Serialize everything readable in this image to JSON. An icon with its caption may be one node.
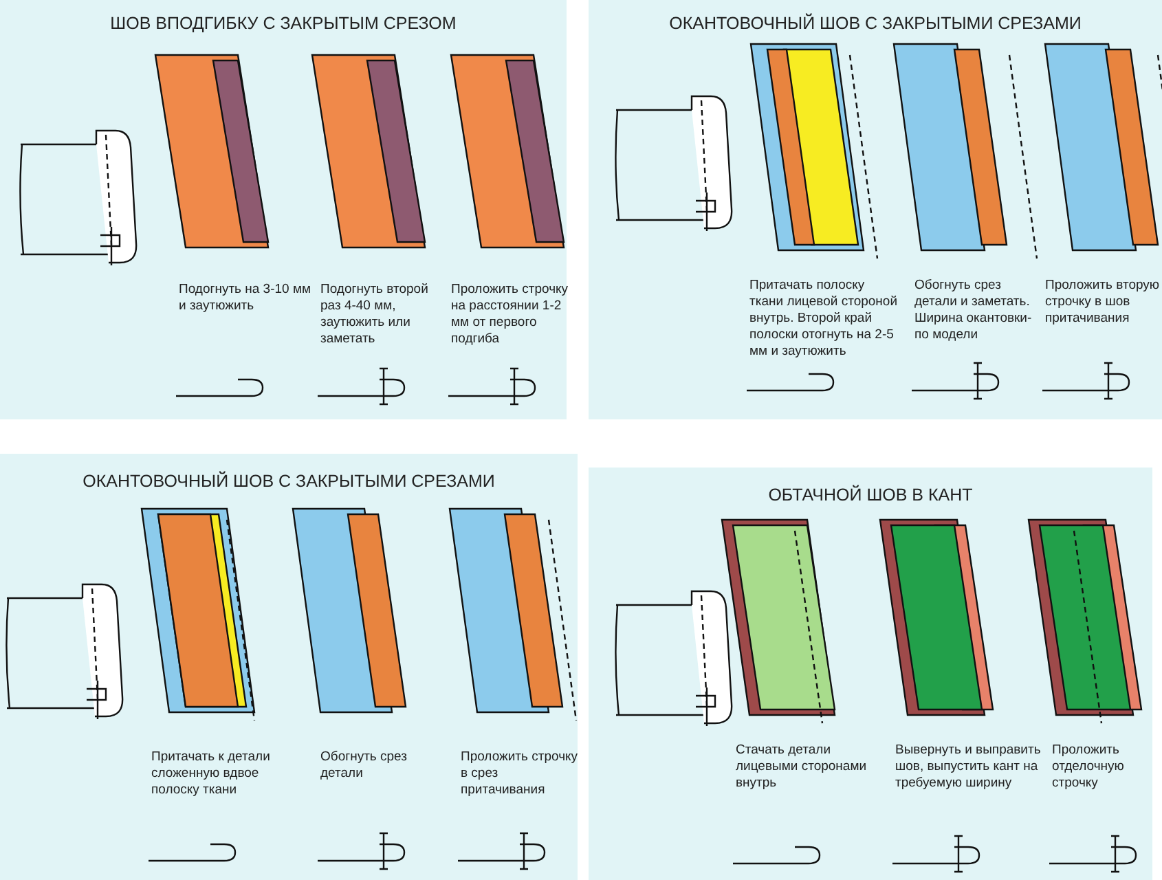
{
  "diagram": {
    "nodes": [
      {
        "text": [
          "ШОВ ВПОДГИБКУ С ЗАКРЫТЫМ СРЕЗОМ",
          "Подогнуть на 3-10 мм и заутюжить",
          "Подогнуть второй раз 4-40 мм, заутюжить или заметать",
          "Проложить строчку на расстоянии 1-2 мм от первого подгиба"
        ]
      },
      {
        "text": [
          "ОКАНТОВОЧНЫЙ ШОВ С ЗАКРЫТЫМИ СРЕЗАМИ",
          "Притачать полоску ткани лицевой стороной внутрь. Второй край полоски отогнуть на 2-5 мм и заутюжить",
          "Обогнуть срез детали и заметать. Ширина окантовки-по модели",
          "Проложить вторую строчку в шов притачивания"
        ]
      },
      {
        "text": [
          "ОКАНТОВОЧНЫЙ ШОВ С ЗАКРЫТЫМИ СРЕЗАМИ",
          "Притачать к детали сложенную вдвое полоску ткани",
          "Обогнуть срез детали",
          "Проложить строчку в срез притачивания"
        ]
      },
      {
        "text": [
          "ОБТАЧНОЙ ШОВ В КАНТ",
          "Стачать детали лицевыми сторонами внутрь",
          "Вывернуть и выправить шов, выпустить кант на требуемую ширину",
          "Проложить отделочную строчку"
        ]
      }
    ]
  }
}
